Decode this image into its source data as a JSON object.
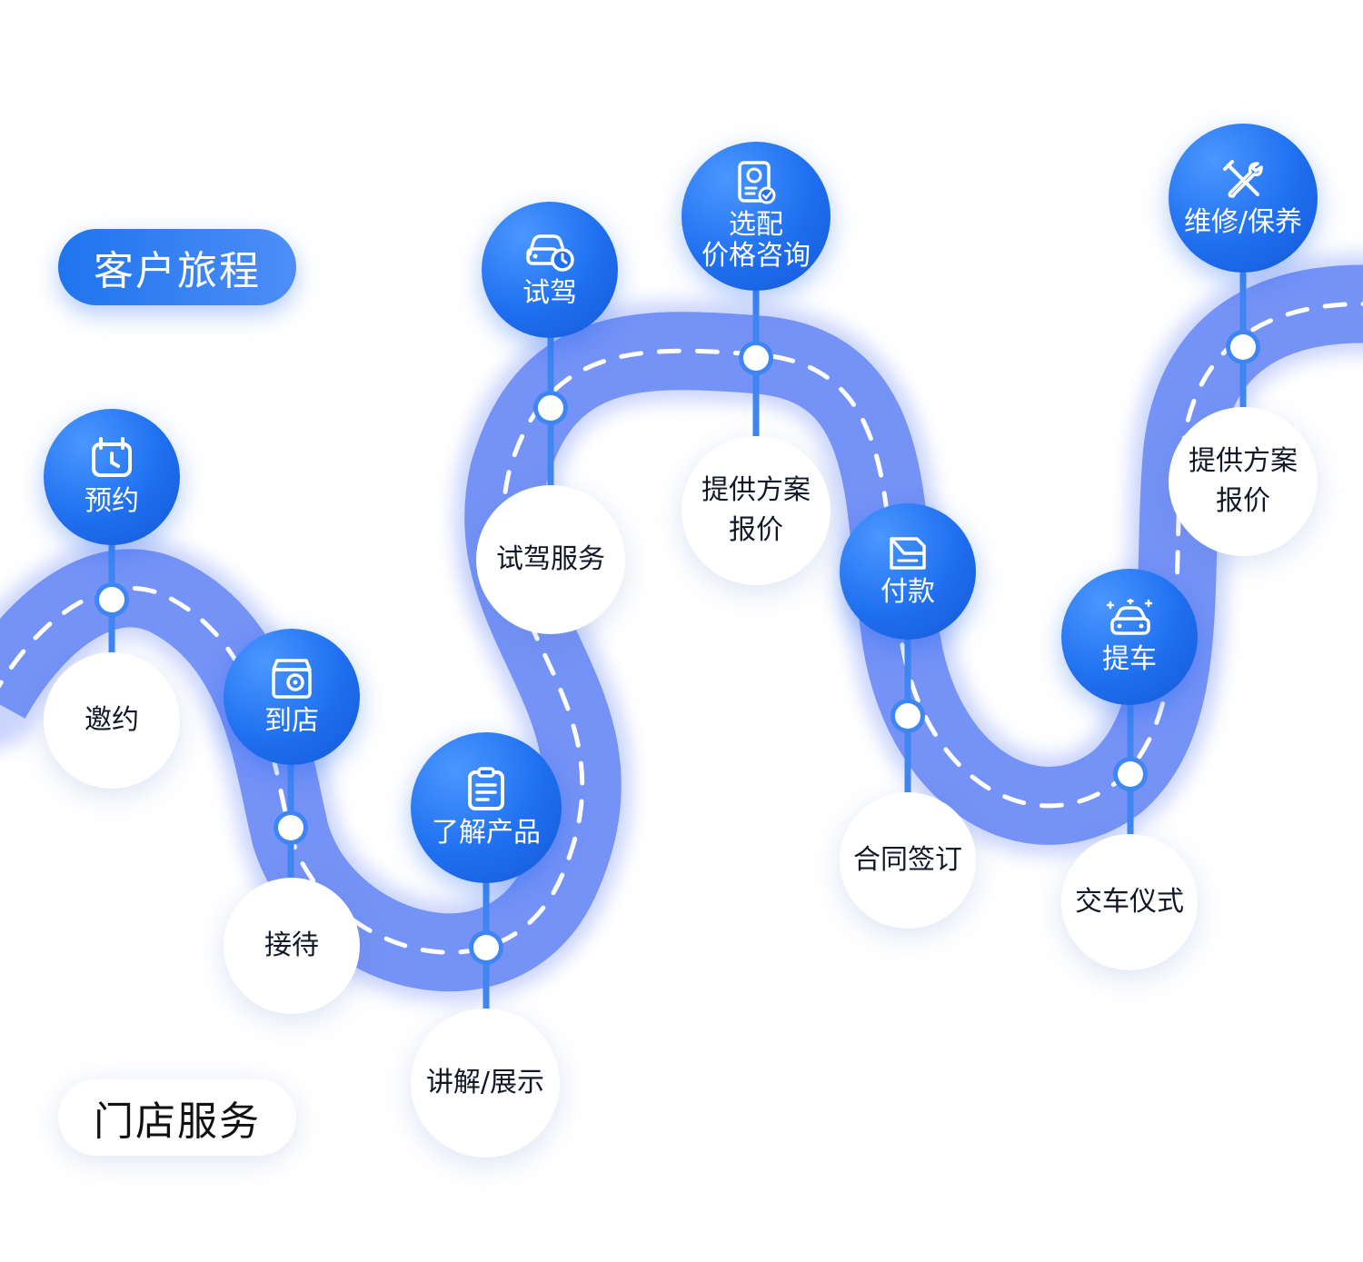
{
  "badges": {
    "journey": "客户旅程",
    "service": "门店服务"
  },
  "stages": [
    {
      "top": "预约",
      "icon": "alarm-clock-icon",
      "bottom": [
        "邀约"
      ]
    },
    {
      "top": "到店",
      "icon": "store-location-icon",
      "bottom": [
        "接待"
      ]
    },
    {
      "top": "了解产品",
      "icon": "clipboard-list-icon",
      "bottom": [
        "讲解/展示"
      ]
    },
    {
      "top": "试驾",
      "icon": "car-clock-icon",
      "bottom": [
        "试驾服务"
      ]
    },
    {
      "top": [
        "选配",
        "价格咨询"
      ],
      "icon": "price-document-icon",
      "bottom": [
        "提供方案",
        "报价"
      ]
    },
    {
      "top": "付款",
      "icon": "payment-box-icon",
      "bottom": [
        "合同签订"
      ]
    },
    {
      "top": "提车",
      "icon": "sparkle-car-icon",
      "bottom": [
        "交车仪式"
      ]
    },
    {
      "top": "维修/保养",
      "icon": "wrench-screwdriver-icon",
      "bottom": [
        "提供方案",
        "报价"
      ]
    }
  ],
  "colors": {
    "road": "#7592f6",
    "road_edge": "#5f7ff0",
    "dash": "#ffffff",
    "accent": "#1f6ff0",
    "connector": "#3f86f2"
  }
}
